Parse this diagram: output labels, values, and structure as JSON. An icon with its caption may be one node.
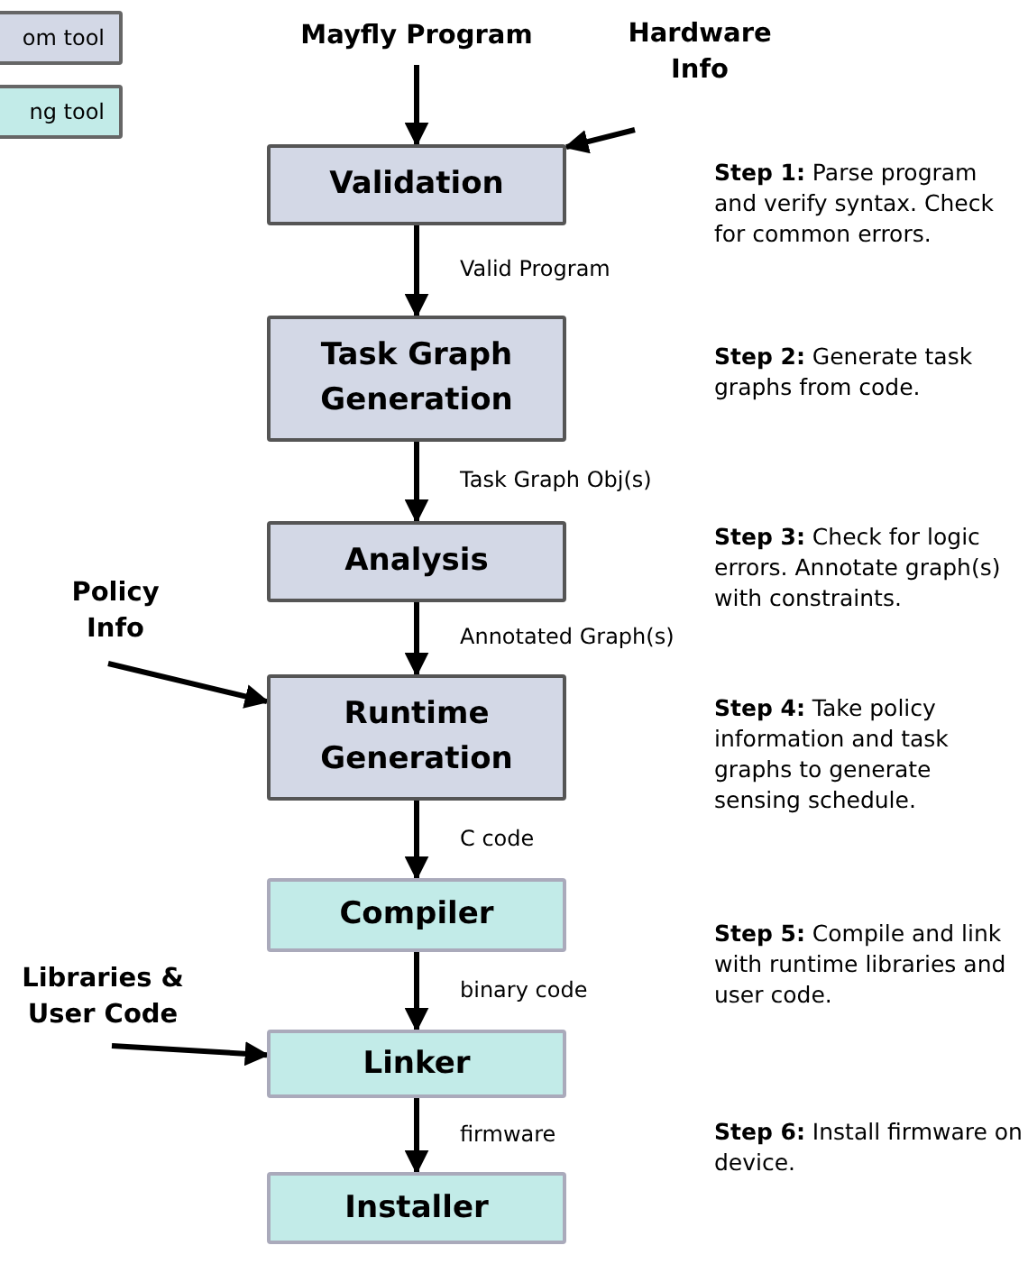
{
  "diagram": {
    "nodes": [
      {
        "text": [
          "Mayfly Program"
        ]
      },
      {
        "text": [
          "Hardware Info"
        ]
      },
      {
        "text": [
          "Validation"
        ]
      },
      {
        "text": [
          "Task Graph Generation"
        ]
      },
      {
        "text": [
          "Analysis"
        ]
      },
      {
        "text": [
          "Policy Info"
        ]
      },
      {
        "text": [
          "Runtime Generation"
        ]
      },
      {
        "text": [
          "Libraries & User Code"
        ]
      },
      {
        "text": [
          "Compiler"
        ]
      },
      {
        "text": [
          "Linker"
        ]
      },
      {
        "text": [
          "Installer"
        ]
      }
    ],
    "edges": [
      {
        "from": 0,
        "to": 2,
        "arrow": "to"
      },
      {
        "from": 1,
        "to": 2,
        "arrow": "to"
      },
      {
        "from": 2,
        "to": 3,
        "arrow": "to",
        "label": "Valid Program"
      },
      {
        "from": 3,
        "to": 4,
        "arrow": "to",
        "label": "Task Graph Obj(s)"
      },
      {
        "from": 4,
        "to": 6,
        "arrow": "to",
        "label": "Annotated Graph(s)"
      },
      {
        "from": 5,
        "to": 6,
        "arrow": "to"
      },
      {
        "from": 6,
        "to": 8,
        "arrow": "to",
        "label": "C code"
      },
      {
        "from": 8,
        "to": 9,
        "arrow": "to",
        "label": "binary code"
      },
      {
        "from": 7,
        "to": 9,
        "arrow": "to"
      },
      {
        "from": 9,
        "to": 10,
        "arrow": "to",
        "label": "firmware"
      }
    ],
    "labels": [
      "**Step 1:** Parse program and verify syntax. Check for common errors.",
      "**Step 2:** Generate task graphs from code.",
      "**Step 3:** Check for logic errors. Annotate graph(s) with constraints.",
      "**Step 4:** Take policy information and task graphs to generate sensing schedule.",
      "**Step 5:** Compile and link with runtime libraries and user code.",
      "**Step 6:** Install firmware on device."
    ],
    "legend": [
      {
        "text": "om tool",
        "color": "#d3d8e6"
      },
      {
        "text": "ng tool",
        "color": "#c2ebe8"
      }
    ]
  }
}
